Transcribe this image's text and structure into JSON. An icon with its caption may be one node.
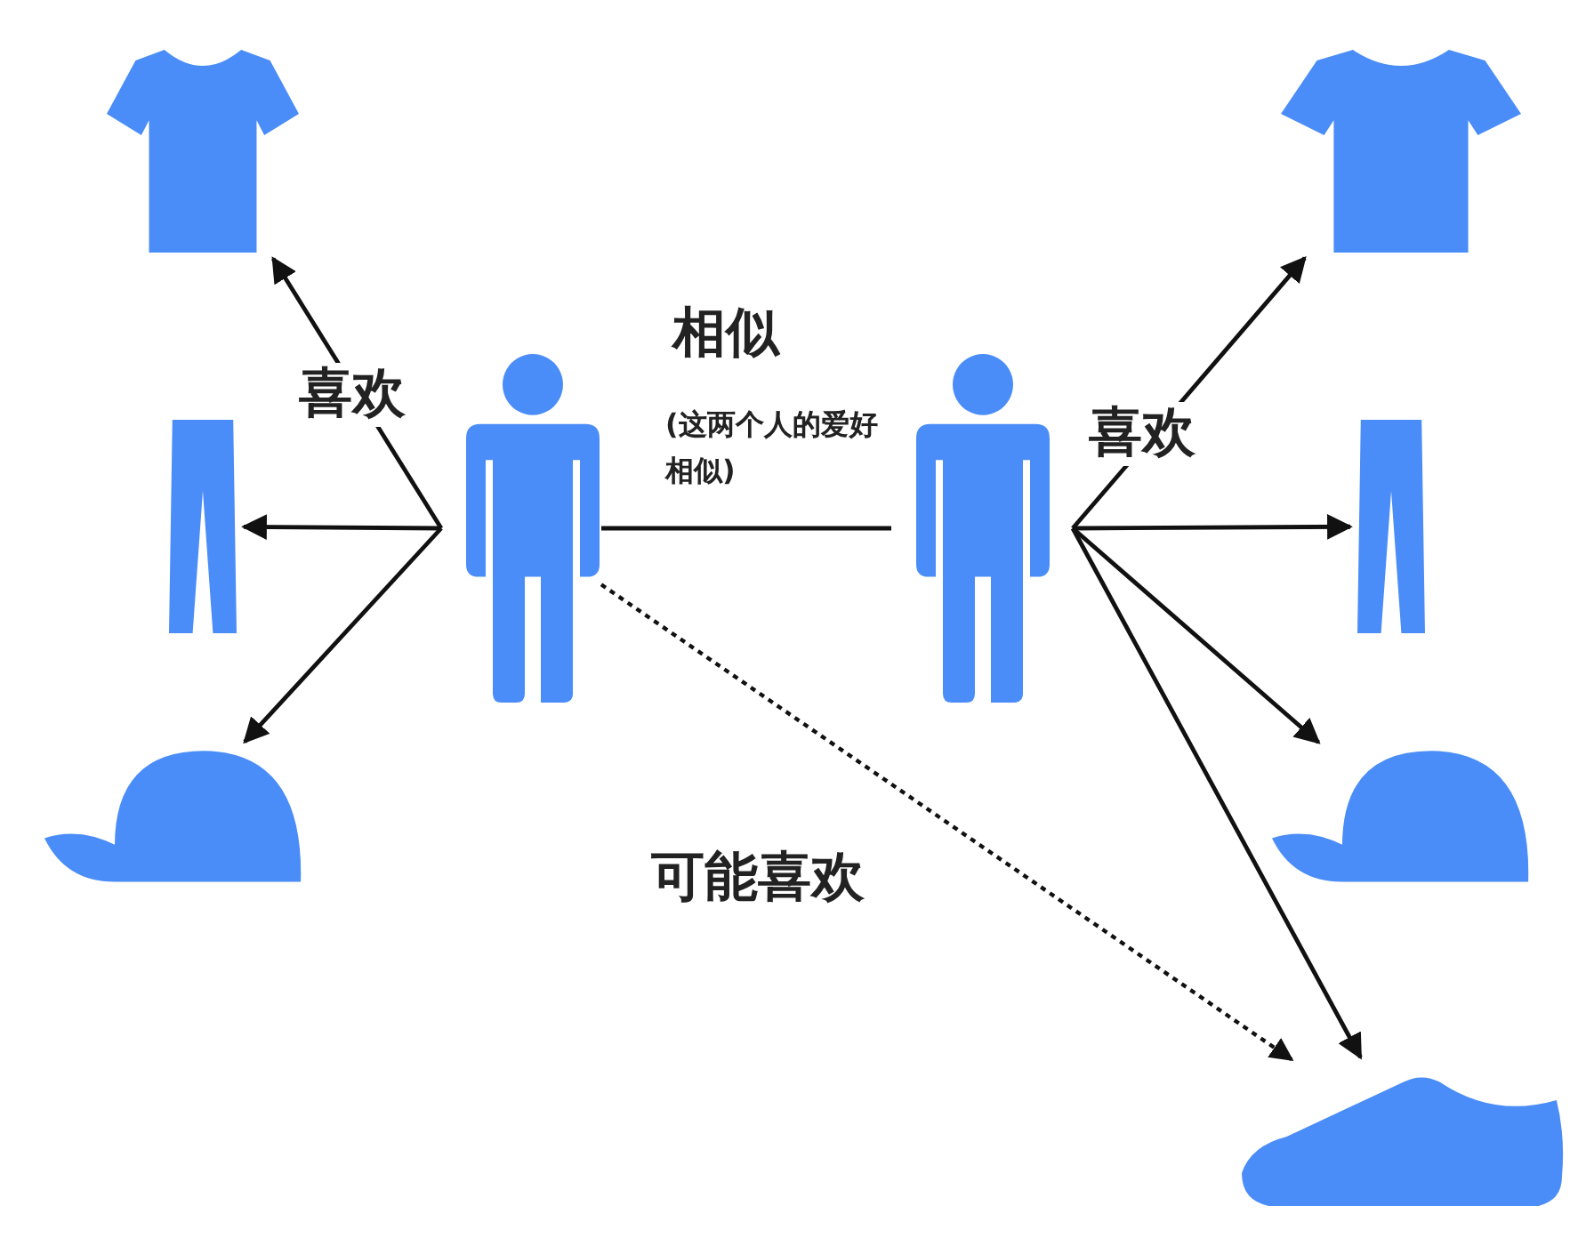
{
  "diagram": {
    "nodes": [
      {
        "text": [],
        "shape": "shirt"
      },
      {
        "text": [],
        "shape": "trousers"
      },
      {
        "text": [],
        "shape": "cap"
      },
      {
        "text": [],
        "shape": "person"
      },
      {
        "text": [],
        "shape": "person"
      },
      {
        "text": [],
        "shape": "shirt"
      },
      {
        "text": [],
        "shape": "trousers"
      },
      {
        "text": [],
        "shape": "cap"
      },
      {
        "text": [],
        "shape": "shoe"
      }
    ],
    "edges": [
      {
        "from": 3,
        "to": 0,
        "arrow": "to",
        "label": "喜欢"
      },
      {
        "from": 3,
        "to": 1,
        "arrow": "to"
      },
      {
        "from": 3,
        "to": 2,
        "arrow": "to"
      },
      {
        "from": 3,
        "to": 4,
        "arrow": "none",
        "label": "相似"
      },
      {
        "from": 4,
        "to": 5,
        "arrow": "to",
        "label": "喜欢"
      },
      {
        "from": 4,
        "to": 6,
        "arrow": "to"
      },
      {
        "from": 4,
        "to": 7,
        "arrow": "to"
      },
      {
        "from": 4,
        "to": 8,
        "arrow": "to"
      },
      {
        "from": 3,
        "to": 8,
        "arrow": "to",
        "style": "dashed",
        "label": "可能喜欢"
      }
    ],
    "labels": [
      "(这两个人的爱好相似)"
    ]
  }
}
